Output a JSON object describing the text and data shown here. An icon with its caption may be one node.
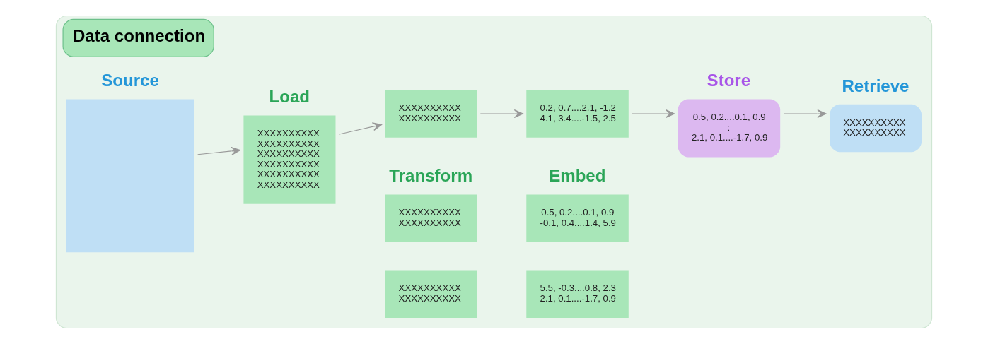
{
  "diagram": {
    "nodes": [
      {
        "text": [
          "Data connection"
        ]
      },
      {
        "text": [
          "Source"
        ],
        "in": 0
      },
      {
        "text": [
          "Load",
          "XXXXXXXXXX",
          "XXXXXXXXXX",
          "XXXXXXXXXX",
          "XXXXXXXXXX",
          "XXXXXXXXXX",
          "XXXXXXXXXX"
        ],
        "in": 0
      },
      {
        "text": [
          "Transform",
          "XXXXXXXXXX",
          "XXXXXXXXXX"
        ],
        "in": 0
      },
      {
        "text": [
          "XXXXXXXXXX",
          "XXXXXXXXXX"
        ],
        "in": 0
      },
      {
        "text": [
          "XXXXXXXXXX",
          "XXXXXXXXXX"
        ],
        "in": 0
      },
      {
        "text": [
          "Embed",
          "0.5, 0.2....0.1, 0.9",
          "-0.1, 0.4....1.4, 5.9"
        ],
        "in": 0
      },
      {
        "text": [
          "0.2, 0.7....2.1, -1.2",
          "4.1, 3.4....-1.5, 2.5"
        ],
        "in": 0
      },
      {
        "text": [
          "5.5, -0.3....0.8, 2.3",
          "2.1, 0.1....-1.7, 0.9"
        ],
        "in": 0
      },
      {
        "text": [
          "Store",
          "0.5, 0.2....0.1, 0.9",
          ":",
          "2.1, 0.1....-1.7, 0.9"
        ],
        "in": 0
      },
      {
        "text": [
          "Retrieve",
          "XXXXXXXXXX",
          "XXXXXXXXXX"
        ],
        "in": 0
      }
    ],
    "edges": [
      {
        "from": 1,
        "to": 2,
        "arrow": "to"
      },
      {
        "from": 2,
        "to": 4,
        "arrow": "to"
      },
      {
        "from": 4,
        "to": 7,
        "arrow": "to"
      },
      {
        "from": 7,
        "to": 9,
        "arrow": "to"
      },
      {
        "from": 9,
        "to": 10,
        "arrow": "to"
      }
    ]
  }
}
